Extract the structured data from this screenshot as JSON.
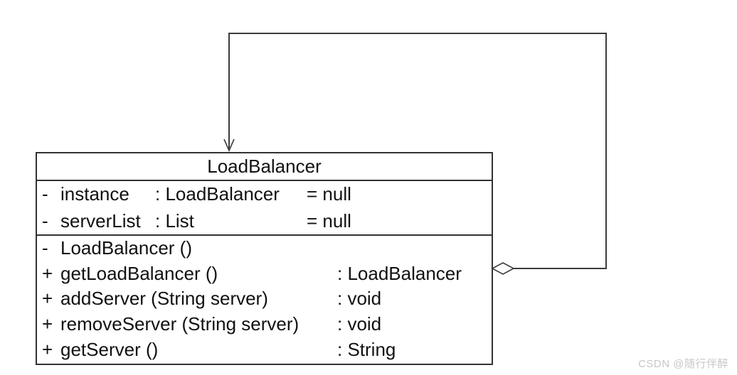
{
  "diagram": {
    "type": "uml-class-diagram",
    "class_box": {
      "title": "LoadBalancer",
      "attributes": [
        {
          "visibility": "-",
          "name": "instance",
          "type": ": LoadBalancer",
          "default": "= null"
        },
        {
          "visibility": "-",
          "name": "serverList",
          "type": ": List",
          "default": "= null"
        }
      ],
      "methods": [
        {
          "visibility": "-",
          "signature": "LoadBalancer ()",
          "returns": ""
        },
        {
          "visibility": "+",
          "signature": "getLoadBalancer ()",
          "returns": ": LoadBalancer"
        },
        {
          "visibility": "+",
          "signature": "addServer (String server)",
          "returns": ": void"
        },
        {
          "visibility": "+",
          "signature": "removeServer (String server)",
          "returns": ": void"
        },
        {
          "visibility": "+",
          "signature": "getServer ()",
          "returns": ": String"
        }
      ]
    },
    "connector": {
      "kind": "self-aggregation",
      "diamond_end": "attached to right side of LoadBalancer",
      "arrow_end": "open arrowhead pointing at top of LoadBalancer"
    },
    "colors": {
      "background": "#ffffff",
      "box_border": "#323232",
      "connector_line": "#3c3c3c",
      "text": "#111111",
      "watermark": "#c9c6c6"
    },
    "watermark": "CSDN @随行伴醉"
  }
}
